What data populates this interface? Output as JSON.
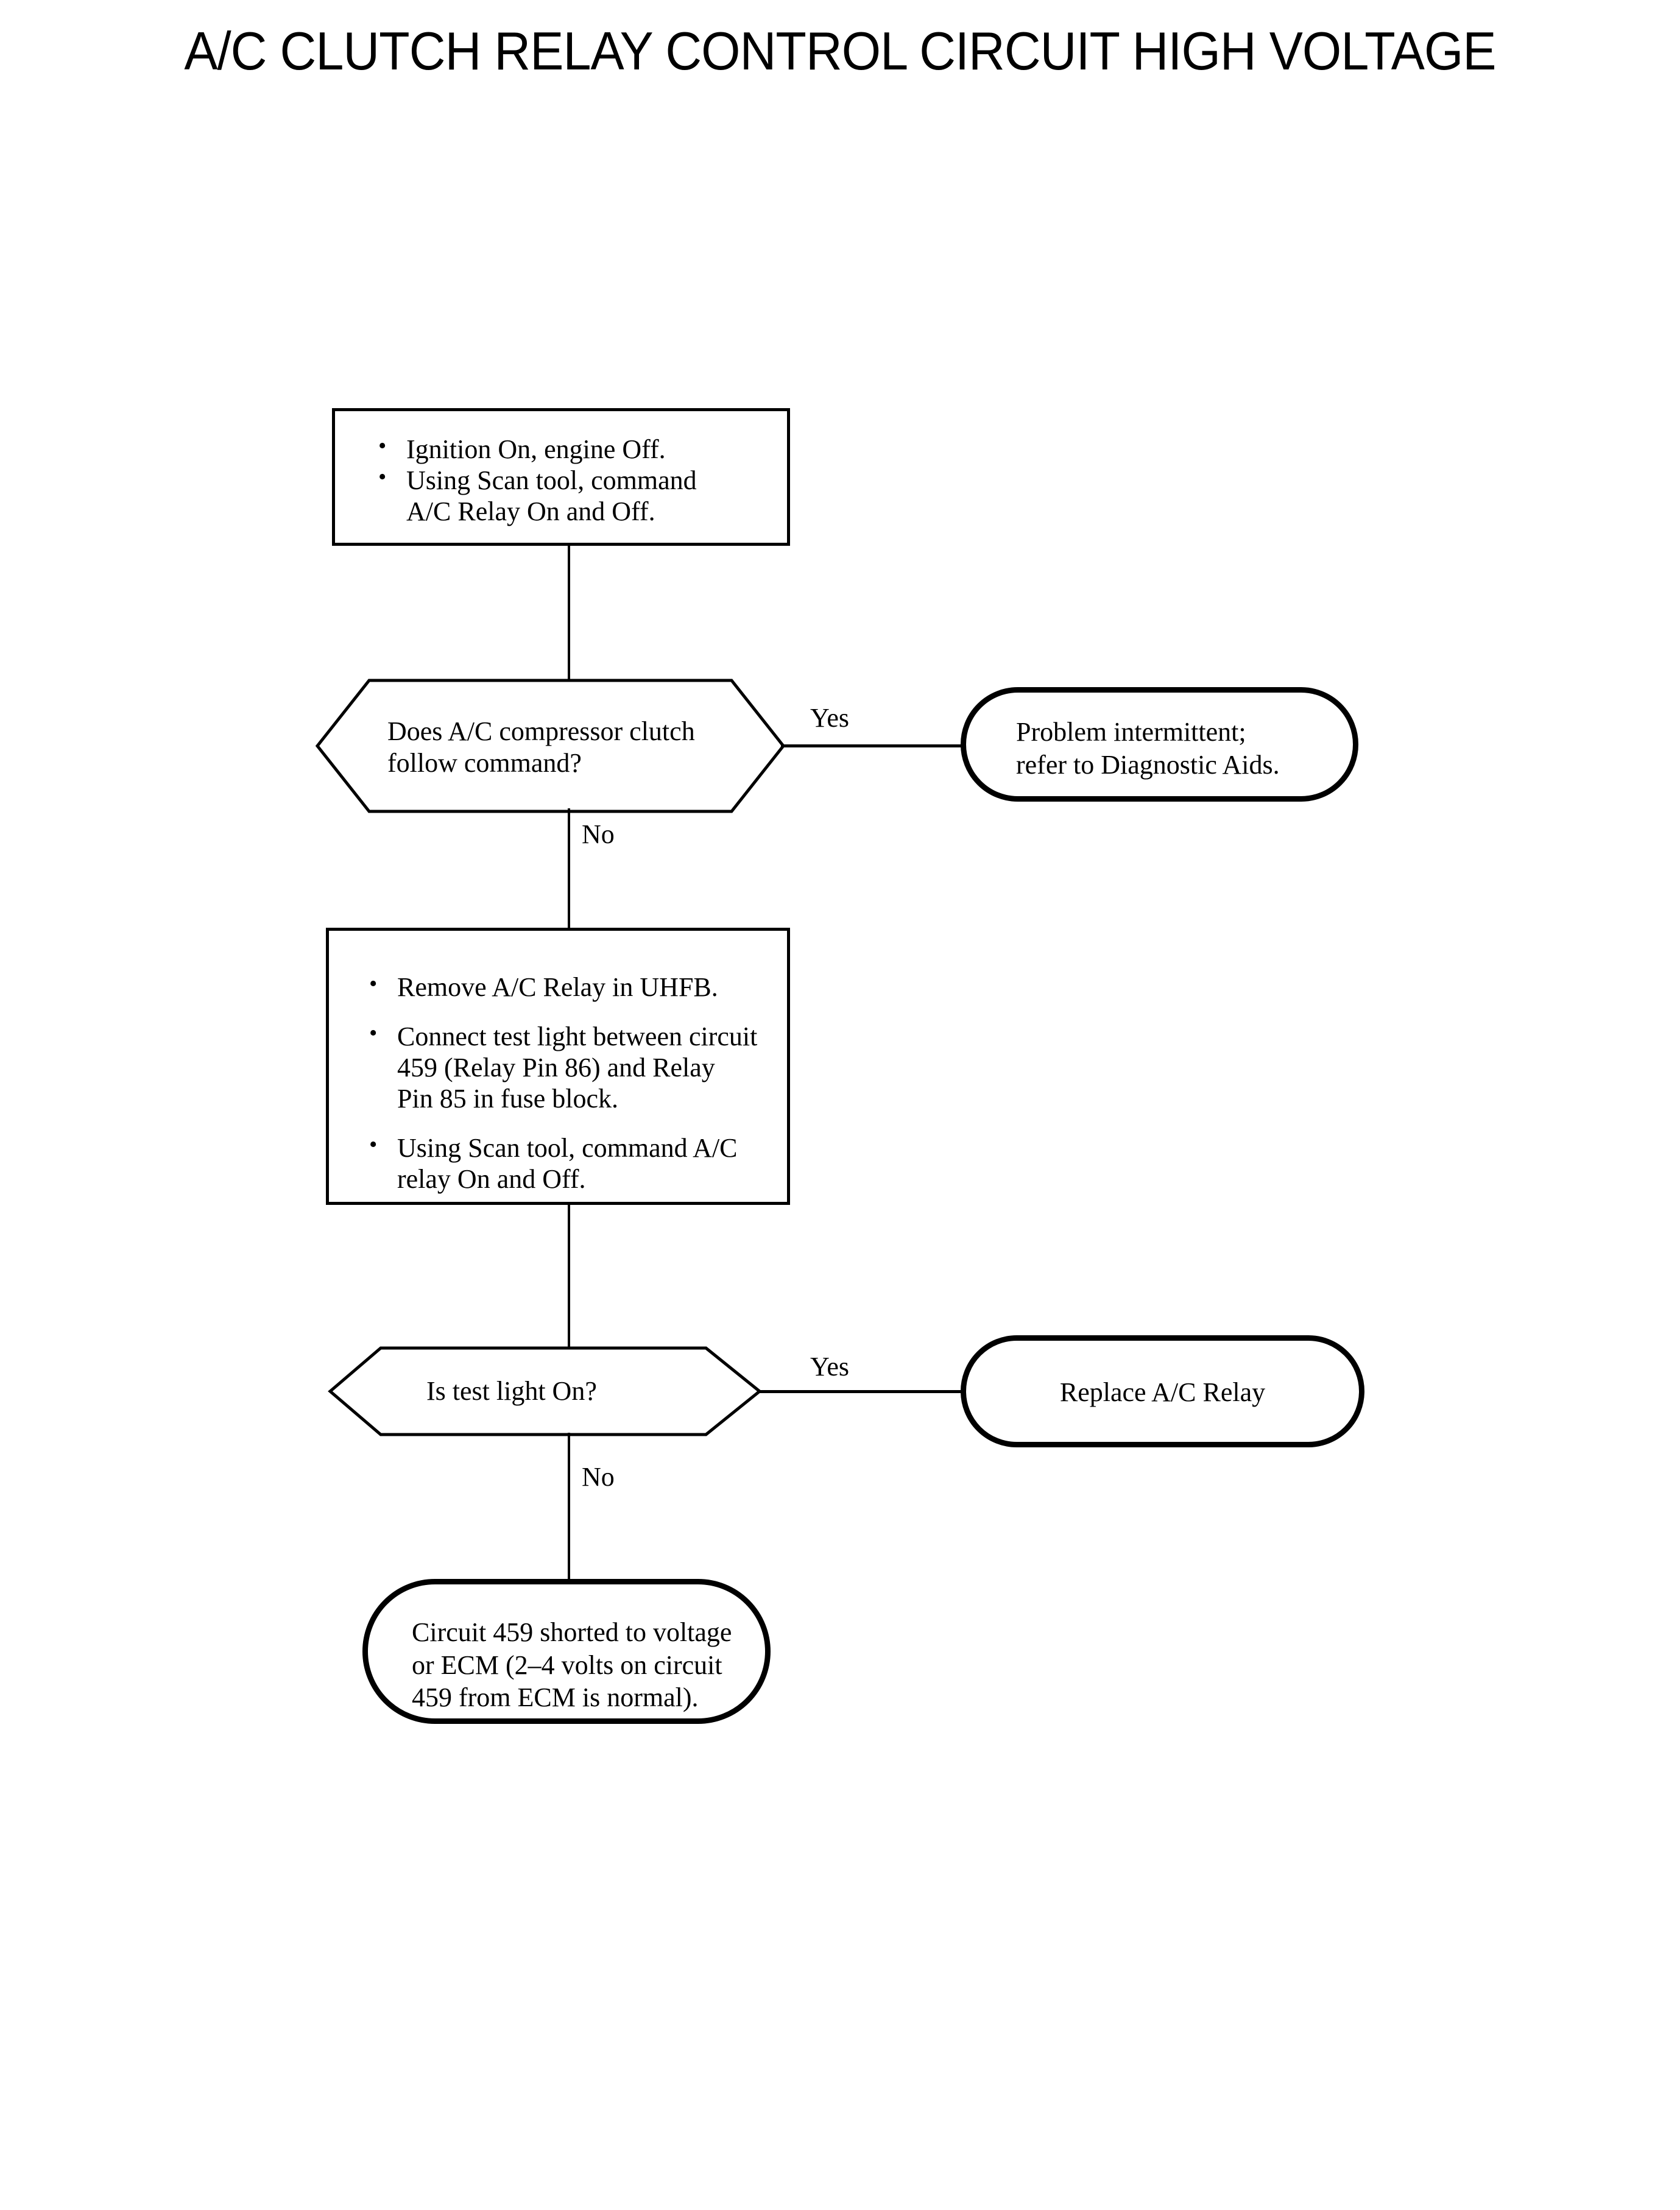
{
  "document": {
    "title": "A/C CLUTCH RELAY CONTROL CIRCUIT HIGH VOLTAGE"
  },
  "flowchart": {
    "type": "diagnostic-flowchart",
    "nodes": [
      {
        "id": "step1",
        "shape": "process",
        "bullets": [
          "Ignition On, engine Off.",
          "Using Scan tool, command A/C Relay On and Off."
        ]
      },
      {
        "id": "decision1",
        "shape": "decision-hexagon",
        "line1": "Does A/C compressor clutch",
        "line2": "follow command?"
      },
      {
        "id": "terminal1",
        "shape": "terminal-stadium",
        "line1": "Problem intermittent;",
        "line2": "refer to Diagnostic Aids."
      },
      {
        "id": "step2",
        "shape": "process",
        "bullets": [
          "Remove A/C Relay in UHFB.",
          "Connect test light between circuit 459 (Relay Pin 86) and Relay Pin 85 in fuse block.",
          "Using Scan tool, command A/C relay On and Off."
        ]
      },
      {
        "id": "decision2",
        "shape": "decision-hexagon",
        "line1": "Is test light On?"
      },
      {
        "id": "terminal2",
        "shape": "terminal-stadium",
        "line1": "Replace A/C Relay"
      },
      {
        "id": "terminal3",
        "shape": "terminal-stadium",
        "line1": "Circuit 459 shorted to voltage",
        "line2": "or ECM (2–4 volts on circuit",
        "line3": "459 from ECM is normal)."
      }
    ],
    "edge_labels": {
      "decision1_yes": "Yes",
      "decision1_no": "No",
      "decision2_yes": "Yes",
      "decision2_no": "No"
    }
  },
  "step1_text": {
    "b1": "Ignition On, engine Off.",
    "b2_line1": "Using Scan tool, command",
    "b2_line2": "A/C Relay On and Off."
  },
  "step2_text": {
    "b1": "Remove A/C Relay in UHFB.",
    "b2_line1": "Connect test light between circuit",
    "b2_line2": "459 (Relay Pin 86) and Relay",
    "b2_line3": "Pin 85 in fuse block.",
    "b3_line1": "Using Scan tool, command A/C",
    "b3_line2": "relay On and Off."
  },
  "decision1_text": {
    "line1": "Does A/C compressor clutch",
    "line2": "follow command?"
  },
  "decision2_text": {
    "line1": "Is test light On?"
  },
  "terminal1_text": {
    "line1": "Problem intermittent;",
    "line2": "refer to Diagnostic Aids."
  },
  "terminal2_text": {
    "line1": "Replace A/C Relay"
  },
  "terminal3_text": {
    "line1": "Circuit 459 shorted to voltage",
    "line2": "or ECM (2–4 volts on circuit",
    "line3": "459 from ECM is normal)."
  },
  "colors": {
    "ink": "#000000",
    "paper": "#ffffff"
  }
}
